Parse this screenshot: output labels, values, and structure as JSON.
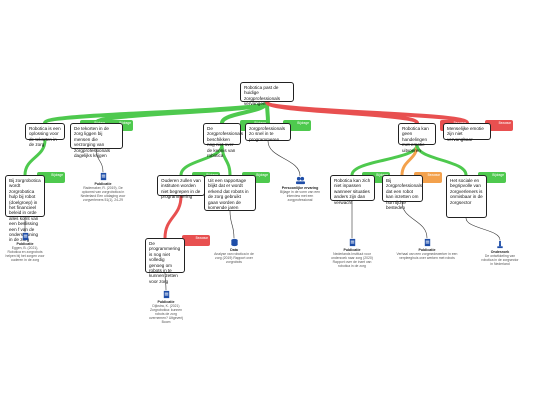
{
  "colors": {
    "pro": "#4ec94e",
    "con": "#e85050",
    "objection": "#f3a14c"
  },
  "root": {
    "text": "Robotica past de huidige zorgprofessionals vervangen"
  },
  "level1": [
    {
      "text": "Robotica is een oplossing voor de tekorten in de zorg",
      "tag": "Bijdrage"
    },
    {
      "text": "De tekorten in de zorg liggen bij mensen die verzorging van zorgprofessionals dagelijks krijgen",
      "tag": "Bijdrage"
    },
    {
      "text": "De zorgprofessionals beschikken nog niet over de kennis van robotica",
      "tag": "Bijdrage"
    },
    {
      "text": "zorgprofessionals zo snel in te programmeren",
      "tag": "Bijdrage"
    },
    {
      "text": "Robotica kan geen handelingen met emotie uitvoeren",
      "tag": "Bezwaar"
    },
    {
      "text": "Menselijke emotie zijn niet vervangbaar",
      "tag": "Bezwaar"
    }
  ],
  "level2": [
    {
      "text": "Bij zorgrobotica wordt zorgrobotica hulp bij robot (doelgroep) in het financieel beleid in orde alles komt van een beslissing een f van de ondersteuning in de zorg",
      "tag": "Bijdrage"
    },
    {
      "text": "Ouderen zullen van instituten worden niet begrepen in de programmering",
      "tag": "Bijdrage"
    },
    {
      "text": "Uit een rapportage blijkt dat er wordt erkend dat robots in de zorg gebruikt gaan worden de komende jaren",
      "tag": "Bijdrage"
    },
    {
      "text": "Robotica kan zich niet inpassen wanneer situaties anders zijn dan verwacht",
      "tag": "Bijdrage"
    },
    {
      "text": "Bij zorgprofessionals dat een robot kan inzetten om hun tijd te besteden",
      "tag": "Bezwaar"
    },
    {
      "text": "Het sociale en begripvolle van zorgverleners is onmisbaar in de zorgsector",
      "tag": "Bijdrage"
    }
  ],
  "level3": [
    {
      "text": "De programmering is nog niet volledig genoeg om robots in te kunnen zetten voor zorg",
      "tag": "Bezwaar"
    }
  ],
  "sources": [
    {
      "type": "Publicatie",
      "text": "Eggen, B. (2021), Robotica en zorgrobots helpen bij het zorgen voor ouderen in de zorg"
    },
    {
      "type": "Publicatie",
      "text": "Rademaker, R. (2019), De opkomst van zorgrobotica in Nederland Een uitdaging voor zorgverleners 51(1), 24-29"
    },
    {
      "type": "Persoonlijke ervaring",
      "text": "Bijlage in de vorm van een interview met een zorgprofessional"
    },
    {
      "type": "Data",
      "text": "Analyse van robotica in de zorg (2019) Rapport over zorgrobots"
    },
    {
      "type": "Publicatie",
      "text": "Nederlands Instituut voor onderzoek naar zorg (2020) Rapport over de inzet van robotica in de zorg"
    },
    {
      "type": "Publicatie",
      "text": "Verhaal van een zorgmedewerker in een verpleeghuis over werken met robots"
    },
    {
      "type": "Publicatie",
      "text": "Dijkstra, K. (2021) Zorgrobotica: kunnen robots de zorg overnemen? Uitgeverij Boom"
    },
    {
      "type": "Onderzoek",
      "text": "De ontwikkeling van robotica in de zorgsector in Nederland"
    }
  ]
}
